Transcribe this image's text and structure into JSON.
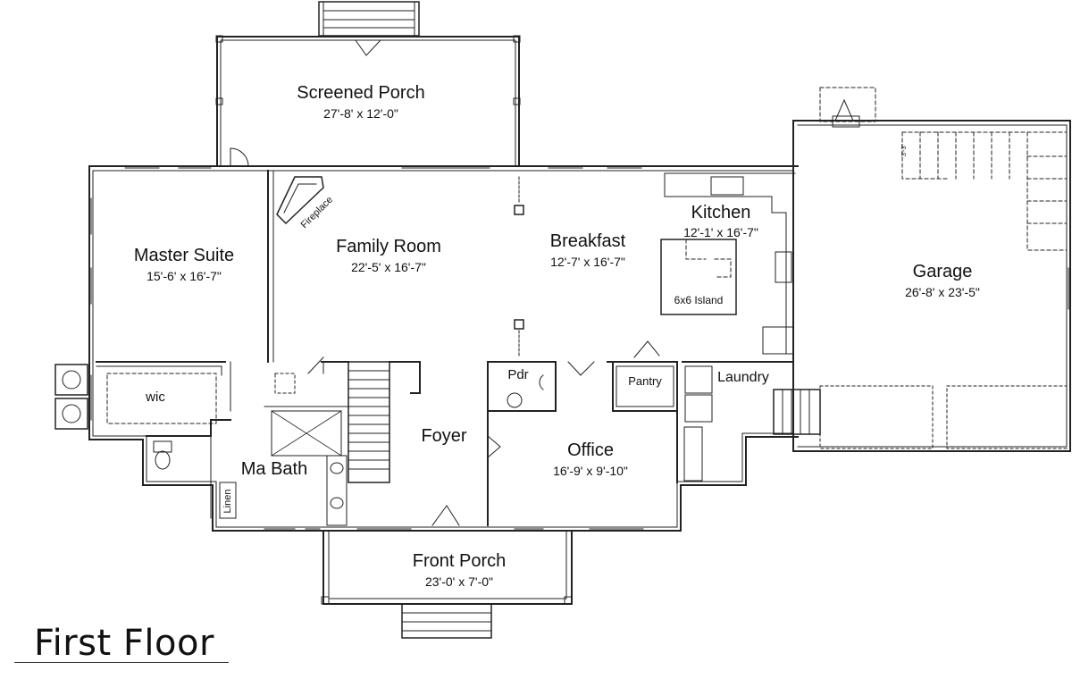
{
  "drawing_title": "First Floor",
  "rooms": {
    "screened_porch": {
      "name": "Screened Porch",
      "dim": "27'-8' x 12'-0\""
    },
    "master_suite": {
      "name": "Master Suite",
      "dim": "15'-6' x 16'-7\""
    },
    "family_room": {
      "name": "Family Room",
      "dim": "22'-5' x 16'-7\""
    },
    "breakfast": {
      "name": "Breakfast",
      "dim": "12'-7' x 16'-7\""
    },
    "kitchen": {
      "name": "Kitchen",
      "dim": "12'-1' x 16'-7\""
    },
    "garage": {
      "name": "Garage",
      "dim": "26'-8' x 23'-5\""
    },
    "office": {
      "name": "Office",
      "dim": "16'-9' x 9'-10\""
    },
    "front_porch": {
      "name": "Front Porch",
      "dim": "23'-0' x 7'-0\""
    },
    "foyer": {
      "name": "Foyer"
    },
    "ma_bath": {
      "name": "Ma Bath"
    },
    "wic": {
      "name": "wic"
    },
    "pdr": {
      "name": "Pdr"
    },
    "pantry": {
      "name": "Pantry"
    },
    "laundry": {
      "name": "Laundry"
    },
    "linen": {
      "name": "Linen"
    }
  },
  "labels": {
    "fireplace": "Fireplace",
    "island": "6x6 Island",
    "garage_stair_note": "3'-3\""
  }
}
